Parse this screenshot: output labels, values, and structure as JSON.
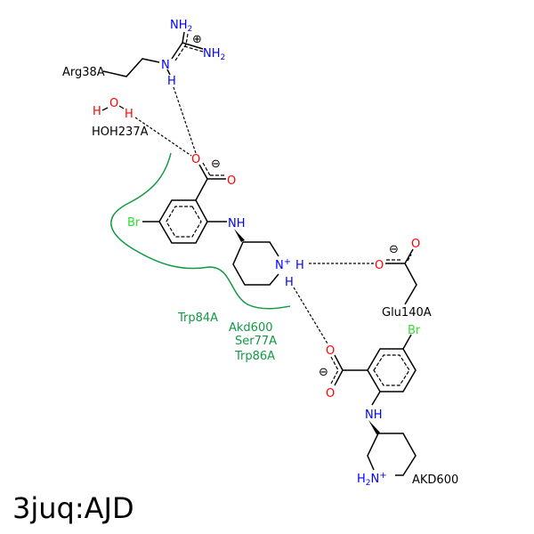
{
  "title": "3juq:AJD",
  "residues": {
    "arg": "Arg38A",
    "water": "HOH237A",
    "glu": "Glu140A",
    "ligand2": "AKD600"
  },
  "hydrophobic_contacts": [
    "Trp84A",
    "Akd600",
    "Ser77A",
    "Trp86A"
  ],
  "atoms": {
    "nh2": "NH",
    "nh2_sub": "2",
    "n": "N",
    "h": "H",
    "o": "O",
    "br": "Br",
    "nh": "NH",
    "nplus": "N",
    "plus": "+",
    "h2n_h": "H",
    "h2n_sub": "2",
    "h2n_n": "N",
    "charge_pos": "⊕",
    "charge_neg": "⊖"
  },
  "colors": {
    "carbon": "#000000",
    "nitrogen": "#0000ff",
    "oxygen": "#ff0000",
    "bromine": "#33dd33",
    "contact": "#119944"
  }
}
